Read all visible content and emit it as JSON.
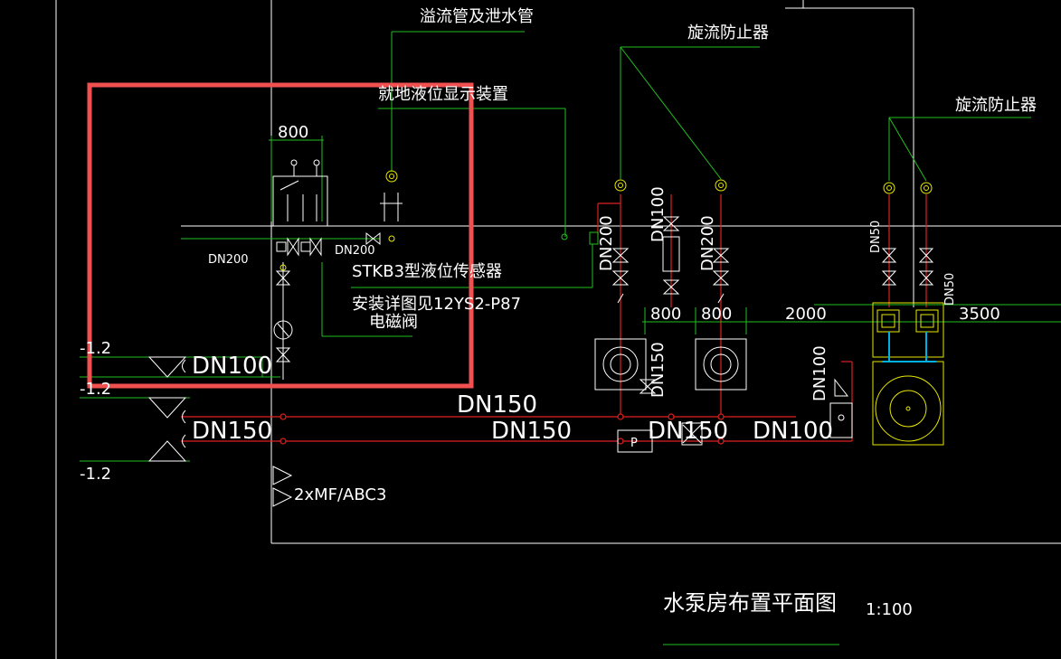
{
  "colors": {
    "background": "#000000",
    "line_white": "#ffffff",
    "pipe_red": "#e02020",
    "leader_green": "#22c022",
    "equipment_yellow": "#e8e800",
    "fitting_cyan": "#00b0e0",
    "highlight_box": "#f05050"
  },
  "labels": {
    "overflow_pipe": "溢流管及泄水管",
    "vortex_preventer_1": "旋流防止器",
    "vortex_preventer_2": "旋流防止器",
    "local_level_display": "就地液位显示装置",
    "sensor": "STKB3型液位传感器",
    "install_ref": "安装详图见12YS2-P87",
    "solenoid_valve": "电磁阀",
    "extinguisher": "2xMF/ABC3",
    "drawing_title": "水泵房布置平面图",
    "drawing_scale": "1:100"
  },
  "dimensions": {
    "d800_tank": "800",
    "d800_a": "800",
    "d800_b": "800",
    "d2000": "2000",
    "d3500": "3500"
  },
  "pipe_sizes": {
    "dn200_left": "DN200",
    "dn200_mid": "DN200",
    "dn200_v1": "DN200",
    "dn100_v": "DN100",
    "dn200_v2": "DN200",
    "dn50_a": "DN50",
    "dn50_b": "DN50",
    "dn100_left": "DN100",
    "dn150_left": "DN150",
    "dn150_upper": "DN150",
    "dn150_lower": "DN150",
    "dn150_v": "DN150",
    "dn150_mid": "DN150",
    "dn100_right": "DN100",
    "dn100_vert": "DN100"
  },
  "elevations": {
    "elev_1": "-1.2",
    "elev_2": "-1.2",
    "elev_3": "-1.2"
  },
  "symbols": {
    "pressure_gauge": "P"
  }
}
